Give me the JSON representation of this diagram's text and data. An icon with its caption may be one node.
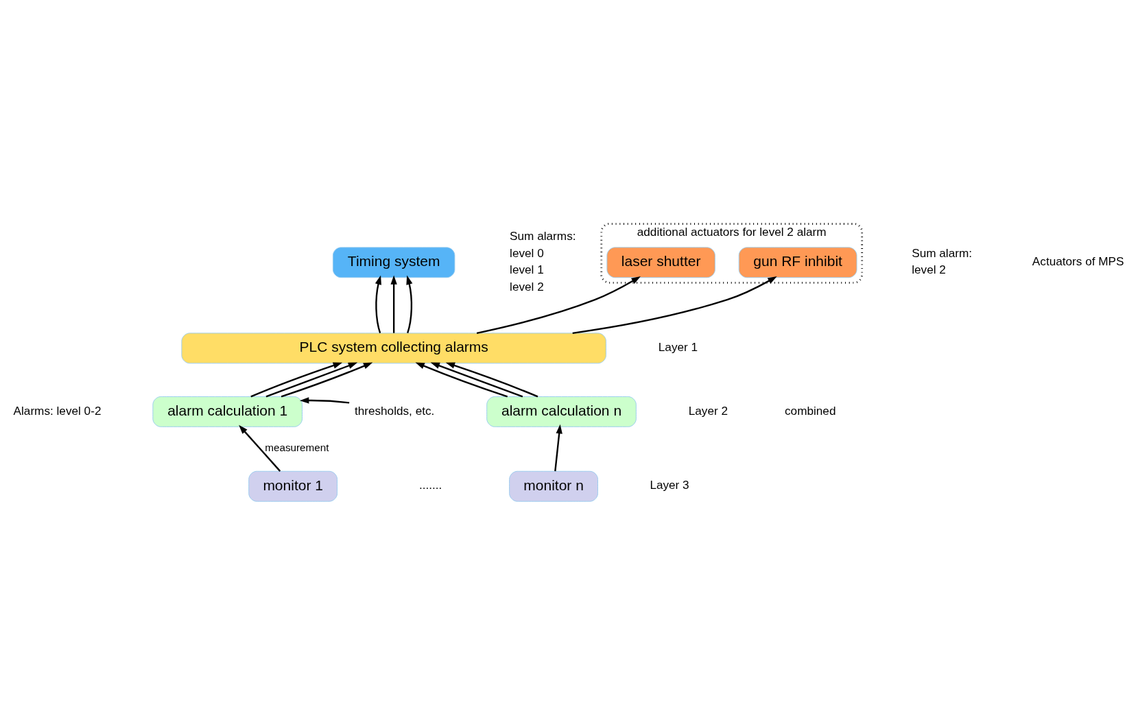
{
  "diagram": {
    "nodes": [
      {
        "text": [
          "Timing system"
        ]
      },
      {
        "text": [
          "additional actuators for level 2 alarm"
        ]
      },
      {
        "text": [
          "laser shutter"
        ],
        "in": 1
      },
      {
        "text": [
          "gun RF inhibit"
        ],
        "in": 1
      },
      {
        "text": [
          "PLC system collecting alarms"
        ]
      },
      {
        "text": [
          "alarm calculation 1"
        ]
      },
      {
        "text": [
          "alarm calculation n"
        ]
      },
      {
        "text": [
          "monitor 1"
        ]
      },
      {
        "text": [
          "monitor n"
        ]
      },
      {
        "text": [
          "thresholds, etc."
        ]
      }
    ],
    "edges": [
      {
        "from": 4,
        "to": 0,
        "arrow": "to"
      },
      {
        "from": 4,
        "to": 0,
        "arrow": "to"
      },
      {
        "from": 4,
        "to": 0,
        "arrow": "to"
      },
      {
        "from": 4,
        "to": 2,
        "arrow": "to"
      },
      {
        "from": 4,
        "to": 3,
        "arrow": "to"
      },
      {
        "from": 5,
        "to": 4,
        "arrow": "to"
      },
      {
        "from": 5,
        "to": 4,
        "arrow": "to"
      },
      {
        "from": 5,
        "to": 4,
        "arrow": "to"
      },
      {
        "from": 6,
        "to": 4,
        "arrow": "to"
      },
      {
        "from": 6,
        "to": 4,
        "arrow": "to"
      },
      {
        "from": 6,
        "to": 4,
        "arrow": "to"
      },
      {
        "from": 9,
        "to": 5,
        "arrow": "to"
      },
      {
        "from": 7,
        "to": 5,
        "arrow": "to",
        "label": "measurement"
      },
      {
        "from": 8,
        "to": 6,
        "arrow": "to"
      }
    ],
    "labels": [
      "Sum alarms:",
      "level 0",
      "level 1",
      "level 2",
      "Sum alarm:",
      "level 2",
      "Alarms: level 0-2",
      "Actuators of MPS",
      "Layer 1",
      "Layer 2",
      "combined",
      "Layer 3",
      "......."
    ]
  }
}
